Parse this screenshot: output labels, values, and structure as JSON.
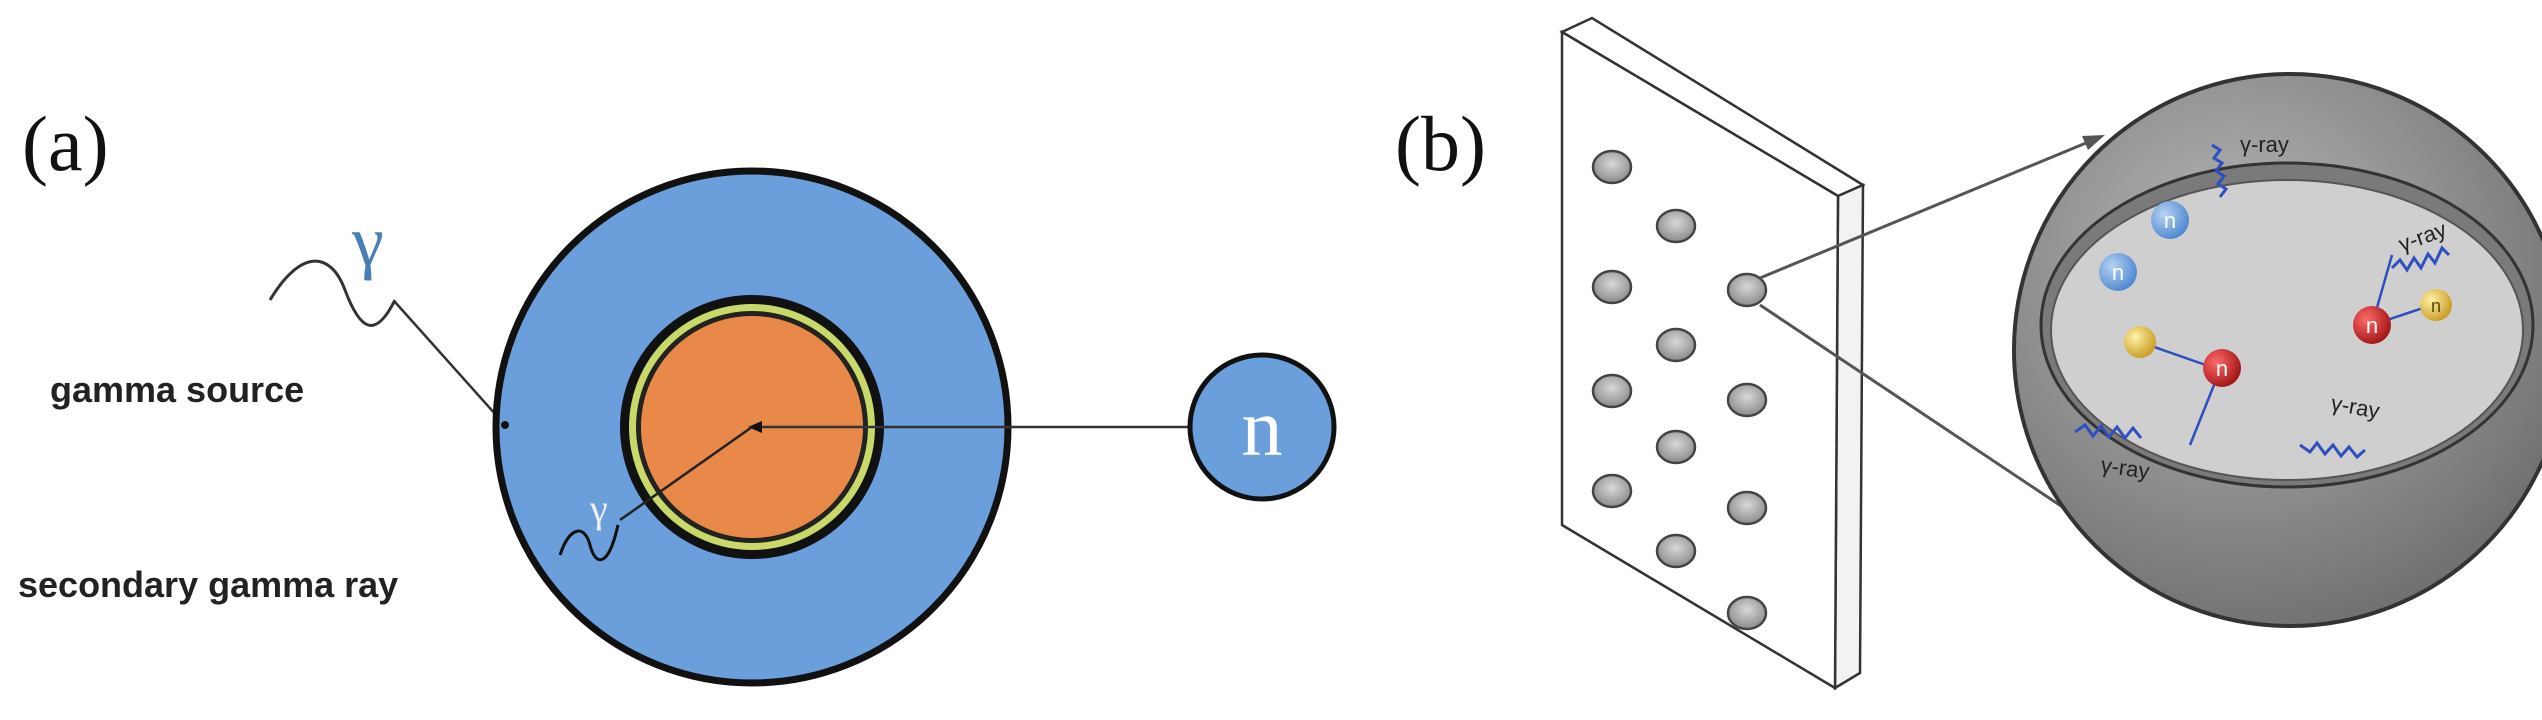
{
  "panel_a": {
    "label": "(a)",
    "gamma_symbol": "γ",
    "inner_gamma_symbol": "γ",
    "gamma_source_label": "gamma source",
    "secondary_label": "secondary gamma ray",
    "neutron_label": "n"
  },
  "panel_b": {
    "label": "(b)",
    "gamma_ray_label": "γ-ray",
    "neutron_label": "n"
  },
  "colors": {
    "outer_blue": "#6a9fdc",
    "core_orange": "#e8894a",
    "ring_green": "#c8d96a",
    "sphere_gray": "#9a9a9a",
    "sphere_inner": "#cfcfcf",
    "neutron_blue": "#6fa3dd",
    "red_particle": "#c41f1f",
    "yellow_particle": "#e6c24a",
    "wave_blue": "#2d4fbf"
  }
}
